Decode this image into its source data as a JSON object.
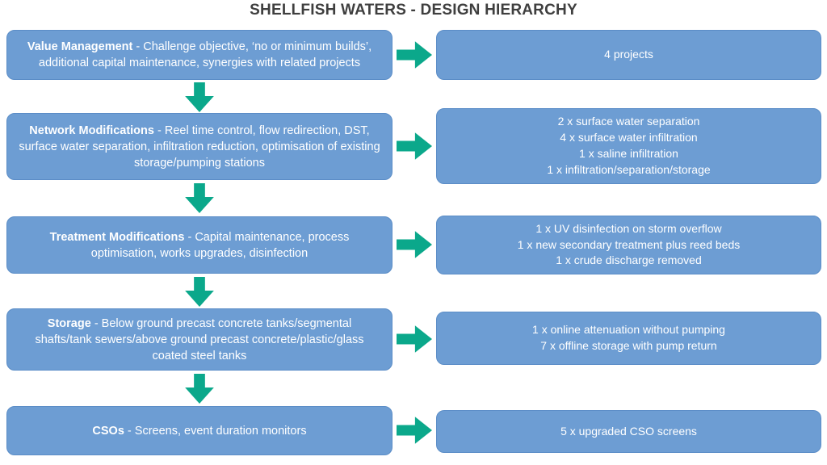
{
  "title": "SHELLFISH WATERS - DESIGN HIERARCHY",
  "colors": {
    "box": "#6d9dd3",
    "box-border": "#5b8dc7",
    "arrow": "#0ba88b",
    "title-color": "#3f3f3f"
  },
  "rows": [
    {
      "name": "value-management",
      "left_title": "Value Management",
      "left_desc": " - Challenge objective, ‘no or minimum builds’, additional capital maintenance, synergies with related projects",
      "right_lines": [
        "4 projects"
      ]
    },
    {
      "name": "network-modifications",
      "left_title": "Network Modifications",
      "left_desc": " - Reel time control, flow redirection, DST, surface water separation, infiltration reduction, optimisation of existing storage/pumping stations",
      "right_lines": [
        "2 x surface water separation",
        "4 x surface water infiltration",
        "1 x saline infiltration",
        "1 x infiltration/separation/storage"
      ]
    },
    {
      "name": "treatment-modifications",
      "left_title": "Treatment Modifications",
      "left_desc": " - Capital maintenance, process optimisation, works upgrades, disinfection",
      "right_lines": [
        "1 x UV disinfection on storm overflow",
        "1 x new secondary treatment plus reed beds",
        "1 x crude discharge removed"
      ]
    },
    {
      "name": "storage",
      "left_title": "Storage",
      "left_desc": " - Below ground precast concrete tanks/segmental shafts/tank sewers/above ground precast concrete/plastic/glass coated steel tanks",
      "right_lines": [
        "1 x online attenuation without pumping",
        "7 x offline storage with pump return"
      ]
    },
    {
      "name": "csos",
      "left_title": "CSOs",
      "left_desc": " - Screens, event duration monitors",
      "right_lines": [
        "5 x upgraded CSO screens"
      ]
    }
  ]
}
